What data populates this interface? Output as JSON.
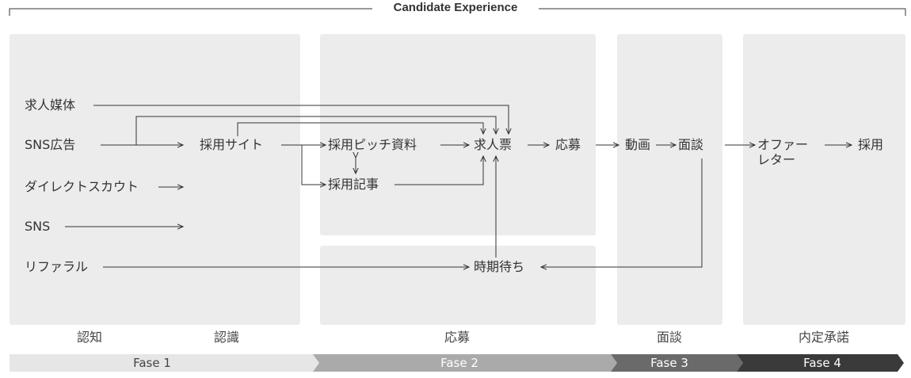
{
  "title": "Candidate Experience",
  "nodes": {
    "kyujin_baitai": "求人媒体",
    "sns_koukoku": "SNS広告",
    "direct_scout": "ダイレクトスカウト",
    "sns": "SNS",
    "referral": "リファラル",
    "saiyou_site": "採用サイト",
    "pitch": "採用ピッチ資料",
    "kiji": "採用記事",
    "kyujinhyou": "求人票",
    "oubo": "応募",
    "jiki_machi": "時期待ち",
    "douga": "動画",
    "mendan": "面談",
    "offer_line1": "オファー",
    "offer_line2": "レター",
    "saiyou": "採用"
  },
  "stages": [
    "認知",
    "認識",
    "応募",
    "面談",
    "内定承諾"
  ],
  "phases": [
    {
      "label": "Fase 1",
      "color": "#e6e6e6",
      "text_color": "#444444"
    },
    {
      "label": "Fase 2",
      "color": "#aaaaaa",
      "text_color": "#ffffff"
    },
    {
      "label": "Fase 3",
      "color": "#6a6a6a",
      "text_color": "#ffffff"
    },
    {
      "label": "Fase 4",
      "color": "#3a3a3a",
      "text_color": "#ffffff"
    }
  ]
}
